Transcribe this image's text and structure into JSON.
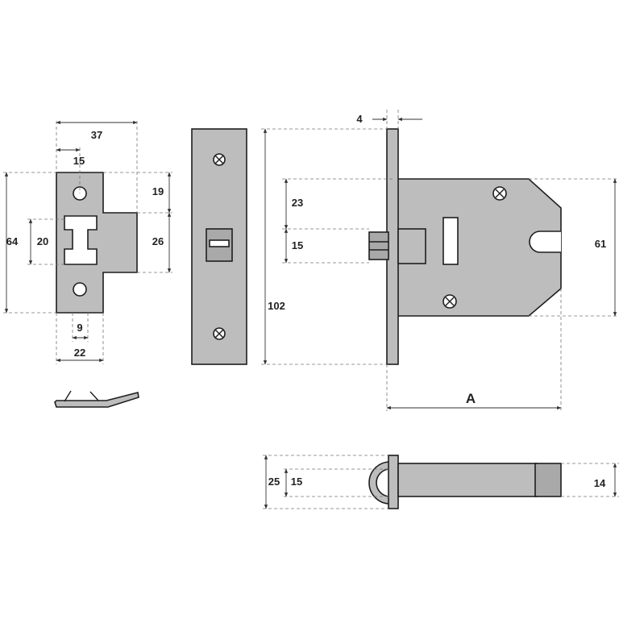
{
  "strike_plate": {
    "dims": {
      "width_overall": "37",
      "hole_offset": "15",
      "top_to_lip": "19",
      "overall_height": "64",
      "opening_height": "20",
      "lip_height": "26",
      "slot_width": "9",
      "plate_width": "22"
    }
  },
  "lock_body": {
    "dims": {
      "faceplate_thickness": "4",
      "upper_to_latch": "23",
      "latch_height": "15",
      "faceplate_height": "102",
      "case_height": "61",
      "backset": "A"
    }
  },
  "latch_bolt": {
    "dims": {
      "bolt_outer": "25",
      "bolt_inner": "15",
      "tail_height": "14"
    }
  }
}
